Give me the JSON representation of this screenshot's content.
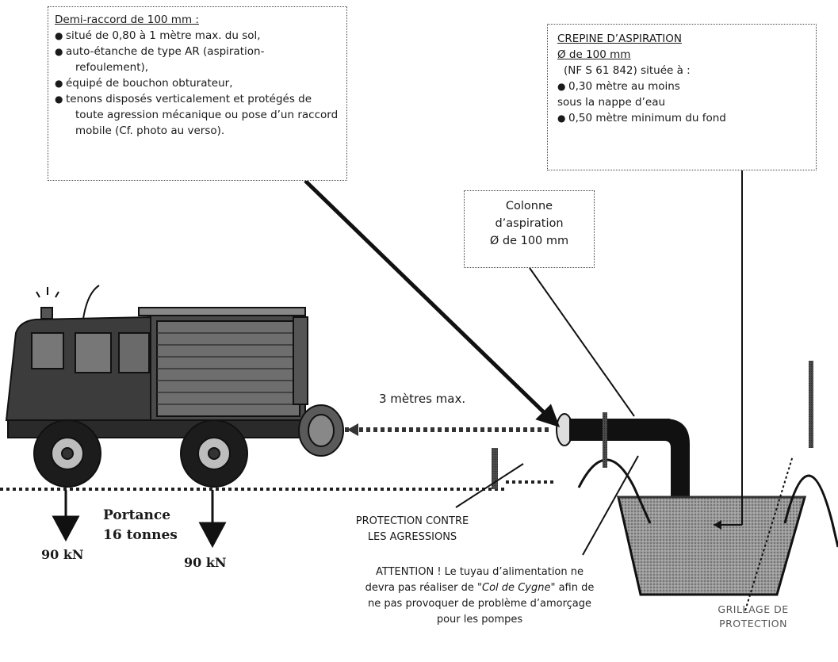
{
  "raccord_box": {
    "title": "Demi-raccord de 100 mm :",
    "items": [
      "situé de 0,80 à 1 mètre max. du sol,",
      "auto-étanche de type AR (aspiration-",
      "équipé de bouchon obturateur,",
      "tenons disposés verticalement et protégés de"
    ],
    "item2_cont": "refoulement),",
    "item4_cont1": "toute agression mécanique ou pose d’un raccord",
    "item4_cont2": "mobile (Cf. photo au verso)."
  },
  "crepine_box": {
    "title1": "CREPINE D’ASPIRATION",
    "title2": "Ø de 100 mm",
    "line3": "(NF S 61 842) située à :",
    "item1": "0,30 mètre au moins",
    "item1_cont": "sous la nappe d’eau",
    "item2": "0,50 mètre minimum du fond"
  },
  "colonne_box": {
    "line1": "Colonne",
    "line2": "d’aspiration",
    "line3": "Ø de 100 mm"
  },
  "distance_label": "3 mètres max.",
  "portance_label": "Portance",
  "tonnes_label": "16 tonnes",
  "load_left": "90 kN",
  "load_right": "90 kN",
  "protection_label1": "PROTECTION CONTRE",
  "protection_label2": "LES AGRESSIONS",
  "attention_text": {
    "line1": "ATTENTION ! Le tuyau d’alimentation ne",
    "line2a": "devra pas réaliser de \"",
    "line2_italic": "Col de Cygne",
    "line2b": "\" afin de",
    "line3": "ne pas provoquer de problème d’amorçage",
    "line4": "pour les pompes"
  },
  "grillage_label1": "GRILLAGE DE",
  "grillage_label2": "PROTECTION",
  "colors": {
    "ink": "#1a1a1a",
    "truck_body": "#3a3a3a",
    "water": "#8a8a8a"
  }
}
